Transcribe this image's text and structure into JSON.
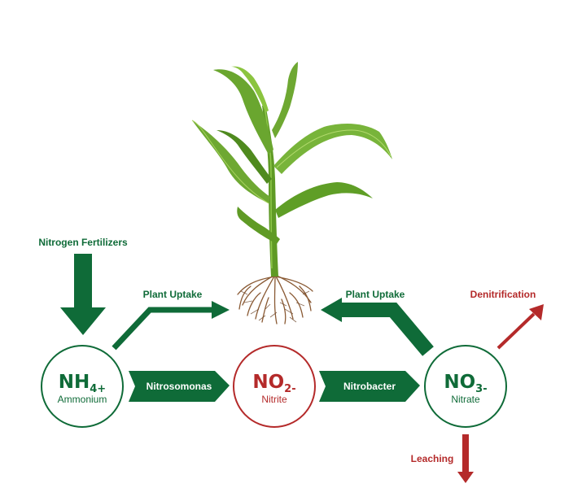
{
  "colors": {
    "green": "#0f6b38",
    "red": "#b42a2a",
    "plant_light": "#8bc43f",
    "plant_dark": "#4f8a1e",
    "root": "#8a5a34"
  },
  "labels": {
    "fertilizers": "Nitrogen Fertilizers",
    "plant_uptake_left": "Plant Uptake",
    "plant_uptake_right": "Plant Uptake",
    "denitrification": "Denitrification",
    "leaching": "Leaching"
  },
  "nodes": {
    "ammonium": {
      "base": "NH",
      "sub": "4+",
      "name": "Ammonium"
    },
    "nitrite": {
      "base": "NO",
      "sub": "2-",
      "name": "Nitrite"
    },
    "nitrate": {
      "base": "NO",
      "sub": "3-",
      "name": "Nitrate"
    }
  },
  "processes": {
    "nitrosomonas": "Nitrosomonas",
    "nitrobacter": "Nitrobacter"
  },
  "icons": {
    "plant": "corn-plant-icon"
  }
}
